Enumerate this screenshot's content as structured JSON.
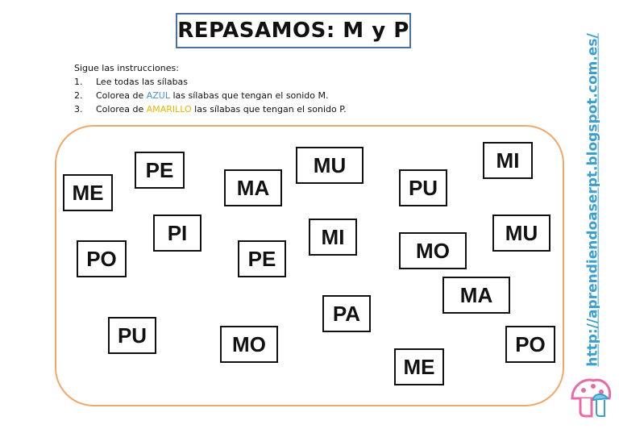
{
  "title": "REPASAMOS: M y P",
  "instructions": {
    "intro": "Sigue las instrucciones:",
    "steps": [
      {
        "num": "1.",
        "parts": [
          "Lee todas las sílabas"
        ]
      },
      {
        "num": "2.",
        "parts": [
          "Colorea de ",
          "AZUL",
          " las sílabas que tengan el sonido M."
        ]
      },
      {
        "num": "3.",
        "parts": [
          "Colorea de ",
          "AMARILLO",
          " las sílabas que tengan el sonido P."
        ]
      }
    ]
  },
  "syllables": [
    "ME",
    "PE",
    "MA",
    "MU",
    "PU",
    "MI",
    "PO",
    "PI",
    "PE",
    "MI",
    "MO",
    "MU",
    "PU",
    "MO",
    "PA",
    "MA",
    "PO",
    "ME"
  ],
  "side_link": "http://aprendiendoaserpt.blogspot.com.es/",
  "colors": {
    "blue_word": "#4a90d9",
    "yellow_word": "#f0b400",
    "board_border": "#f0a868",
    "title_border": "#4a6fa5",
    "link": "#3a9fd0"
  }
}
